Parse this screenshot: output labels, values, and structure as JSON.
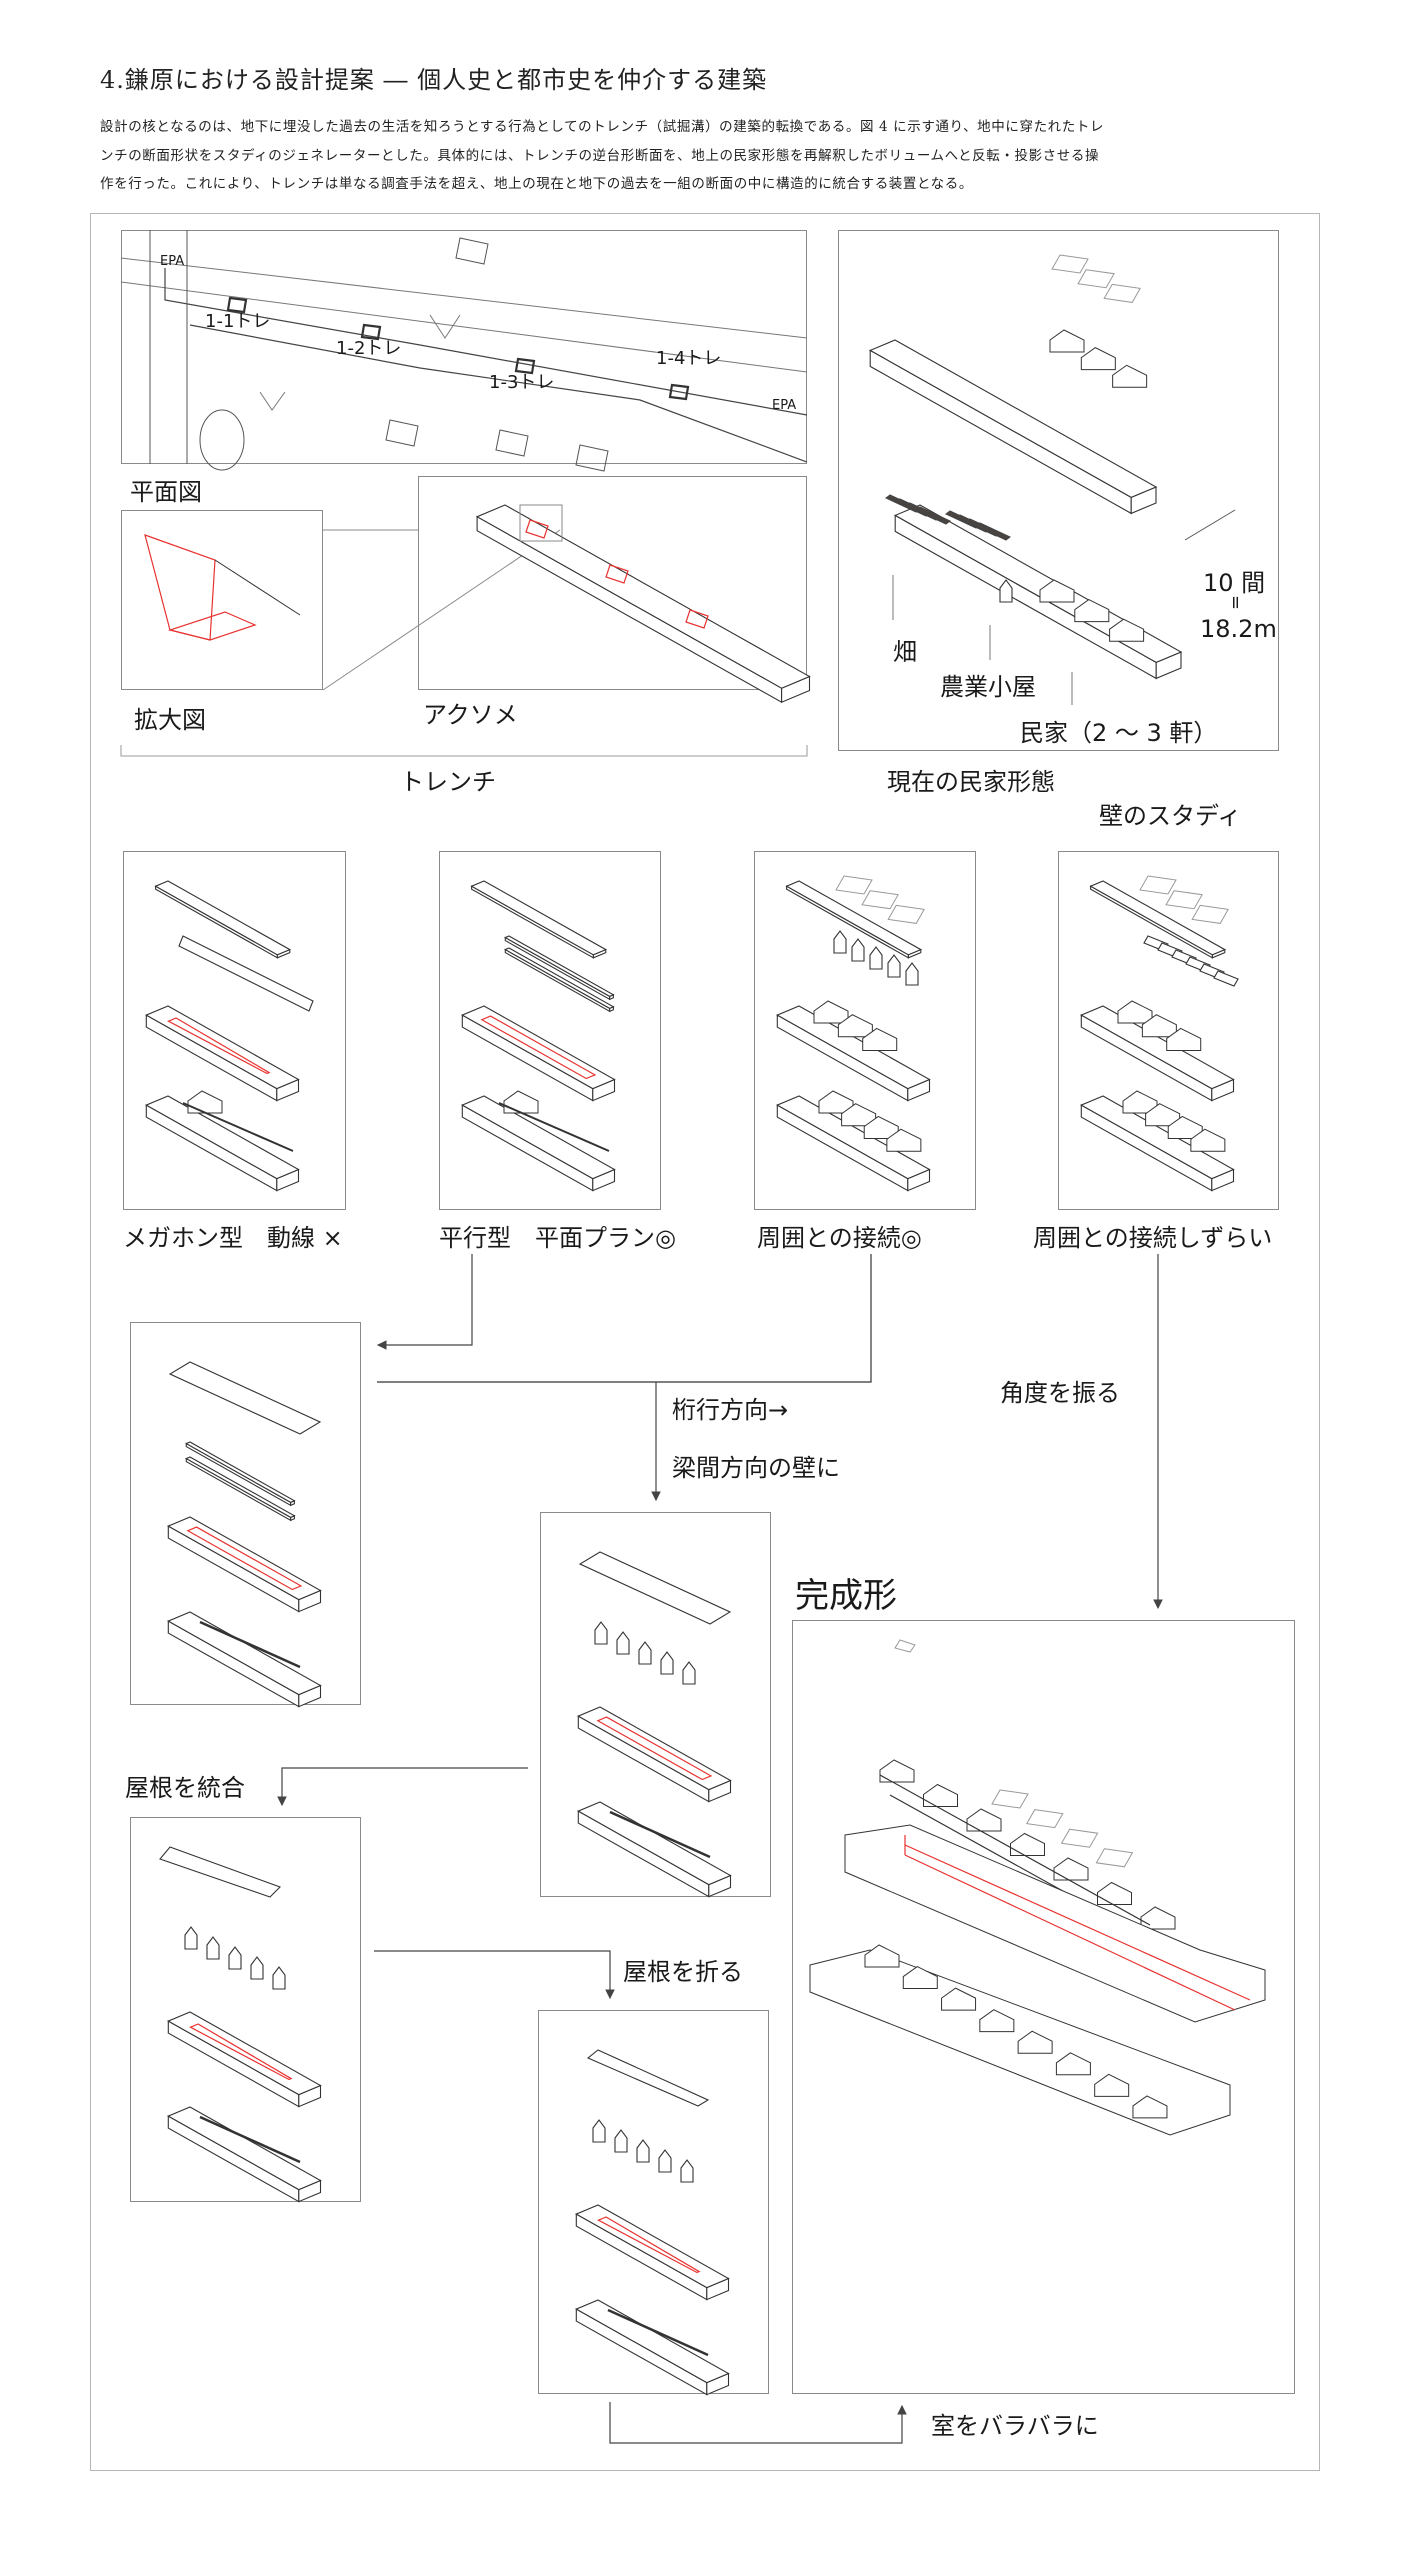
{
  "header": {
    "title": "4.鎌原における設計提案 ― 個人史と都市史を仲介する建築",
    "paragraph": [
      "設計の核となるのは、地下に埋没した過去の生活を知ろうとする行為としてのトレンチ（試掘溝）の建築的転換である。図 4 に示す通り、地中に穿たれたトレ",
      "ンチの断面形状をスタディのジェネレーターとした。具体的には、トレンチの逆台形断面を、地上の民家形態を再解釈したボリュームへと反転・投影させる操",
      "作を行った。これにより、トレンチは単なる調査手法を超え、地上の現在と地下の過去を一組の断面の中に構造的に統合する装置となる。"
    ]
  },
  "trench_section": {
    "map_labels": [
      "EPA",
      "1-1トレ",
      "1-2トレ",
      "1-3トレ",
      "1-4トレ",
      "EPA"
    ],
    "plan_label": "平面図",
    "enlarged_label": "拡大図",
    "axo_label": "アクソメ",
    "group_label": "トレンチ"
  },
  "current_houses": {
    "dimension_ken": "10 間",
    "dimension_eq": "=",
    "dimension_m": "18.2m",
    "field_label": "畑",
    "shed_label": "農業小屋",
    "house_label": "民家（2 ～ 3 軒）",
    "group_label": "現在の民家形態"
  },
  "wall_study": {
    "title": "壁のスタディ",
    "options": [
      {
        "label": "メガホン型　動線 ×"
      },
      {
        "label": "平行型　平面プラン◎"
      },
      {
        "label": "周囲との接続◎"
      },
      {
        "label": "周囲との接続しずらい"
      }
    ]
  },
  "process": {
    "step_wall_direction_1": "桁行方向→",
    "step_wall_direction_2": "梁間方向の壁に",
    "step_angle": "角度を振る",
    "step_roof_integrate": "屋根を統合",
    "step_roof_fold": "屋根を折る",
    "step_rooms_scatter": "室をバラバラに",
    "final_label": "完成形"
  },
  "colors": {
    "trench": "#e8322f",
    "line": "#333333",
    "frame": "#8a8a8a"
  }
}
